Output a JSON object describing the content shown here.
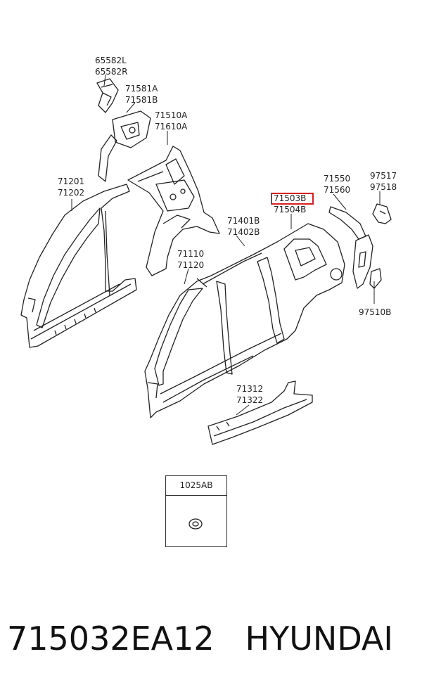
{
  "callouts": {
    "c65582": "65582L\n65582R",
    "c71581": "71581A\n71581B",
    "c71510": "71510A\n71610A",
    "c71201": "71201\n71202",
    "c71503": "71503B",
    "c71504": "71504B",
    "c71550": "71550\n71560",
    "c97517": "97517\n97518",
    "c71401": "71401B\n71402B",
    "c71110": "71110\n71120",
    "c97510": "97510B",
    "c71312": "71312\n71322"
  },
  "inset": {
    "label": "1025AB"
  },
  "caption": {
    "part_number": "715032EA12",
    "brand": "HYUNDAI"
  },
  "colors": {
    "highlight": "#d62020",
    "line": "#222222"
  }
}
